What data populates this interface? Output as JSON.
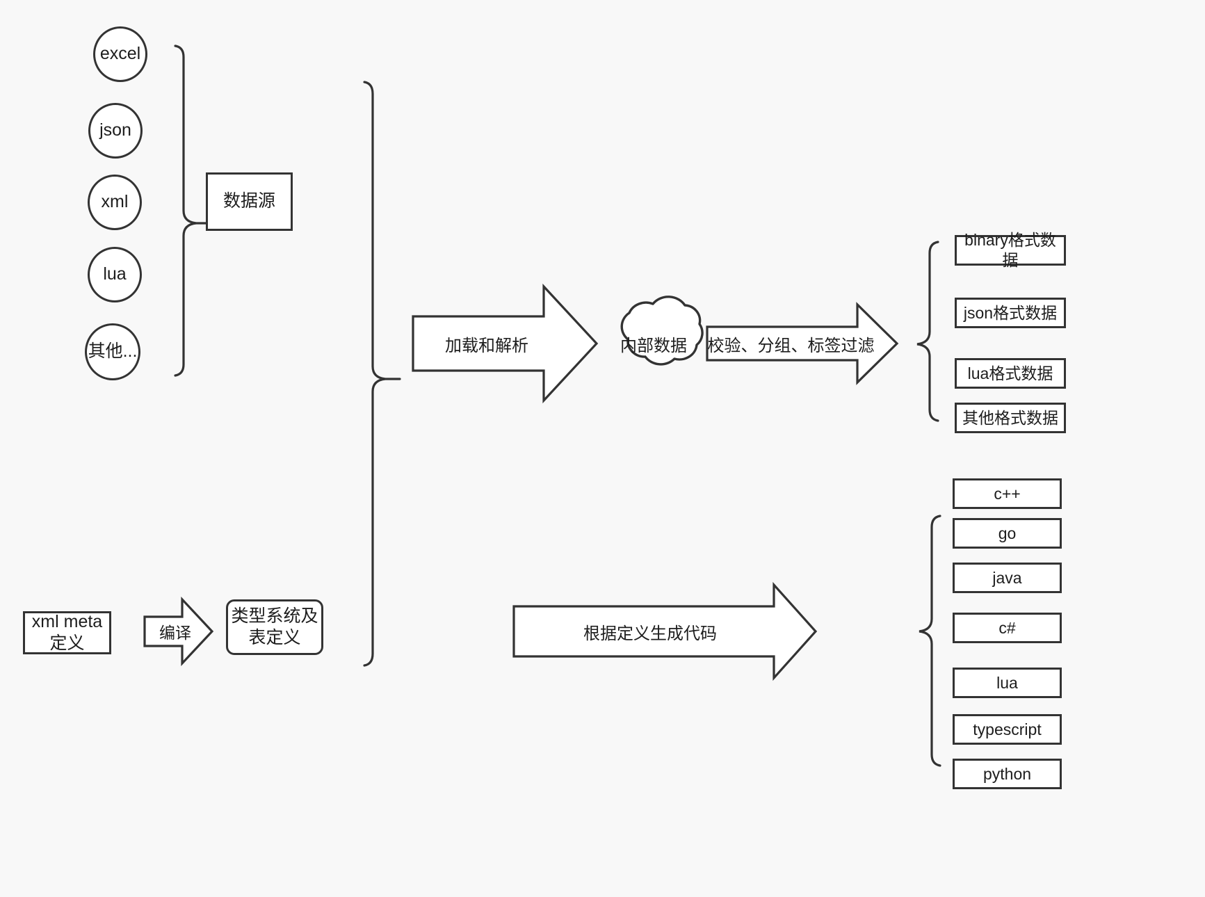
{
  "diagram": {
    "background_color": "#f8f8f8",
    "stroke_color": "#333333",
    "fill_color": "#ffffff",
    "text_color": "#1d1d1d",
    "sources": {
      "items": [
        {
          "label": "excel"
        },
        {
          "label": "json"
        },
        {
          "label": "xml"
        },
        {
          "label": "lua"
        },
        {
          "label": "其他..."
        }
      ],
      "group_label": "数据源"
    },
    "meta": {
      "definition_label": "xml meta定义",
      "compile_label": "编译",
      "type_system_label": "类型系统及表定义"
    },
    "pipeline": {
      "load_and_parse_label": "加载和解析",
      "internal_data_label": "内部数据",
      "validate_group_filter_label": "校验、分组、标签过滤",
      "generate_code_label": "根据定义生成代码"
    },
    "outputs": {
      "formats": [
        {
          "label": "binary格式数据"
        },
        {
          "label": "json格式数据"
        },
        {
          "label": "lua格式数据"
        },
        {
          "label": "其他格式数据"
        }
      ],
      "languages": [
        {
          "label": "c++"
        },
        {
          "label": "go"
        },
        {
          "label": "java"
        },
        {
          "label": "c#"
        },
        {
          "label": "lua"
        },
        {
          "label": "typescript"
        },
        {
          "label": "python"
        }
      ]
    }
  }
}
